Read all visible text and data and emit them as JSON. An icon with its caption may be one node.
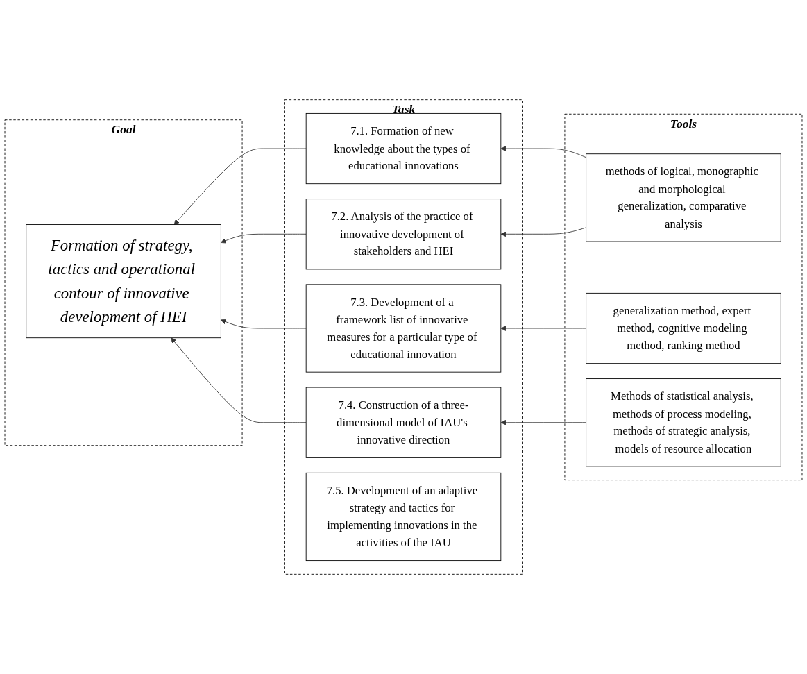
{
  "diagram": {
    "nodes": [
      {
        "text": [
          "Goal"
        ]
      },
      {
        "text": [
          "Formation of strategy, tactics and operational contour of innovative development of HEI"
        ],
        "in": 0
      },
      {
        "text": [
          "Task"
        ]
      },
      {
        "text": [
          "7.1. Formation of new knowledge about the types of educational innovations"
        ],
        "in": 2
      },
      {
        "text": [
          "7.2. Analysis of the practice of innovative development of stakeholders and HEI"
        ],
        "in": 2
      },
      {
        "text": [
          "7.3. Development of a framework list of innovative measures for a particular type of educational innovation"
        ],
        "in": 2
      },
      {
        "text": [
          "7.4. Construction of a three-dimensional model of IAU's innovative direction"
        ],
        "in": 2
      },
      {
        "text": [
          "7.5. Development of an adaptive strategy and tactics for implementing innovations in the activities of the IAU"
        ],
        "in": 2
      },
      {
        "text": [
          "Tools"
        ]
      },
      {
        "text": [
          "methods of logical, monographic and morphological generalization, comparative analysis"
        ],
        "in": 8
      },
      {
        "text": [
          "generalization method, expert method, cognitive modeling method, ranking method"
        ],
        "in": 8
      },
      {
        "text": [
          "Methods of statistical analysis, methods of process modeling, methods of strategic analysis, models of resource allocation"
        ],
        "in": 8
      }
    ],
    "edges": [
      {
        "from": 9,
        "to": 3,
        "arrow": "to"
      },
      {
        "from": 9,
        "to": 4,
        "arrow": "to"
      },
      {
        "from": 10,
        "to": 5,
        "arrow": "to"
      },
      {
        "from": 11,
        "to": 6,
        "arrow": "to"
      },
      {
        "from": 3,
        "to": 1,
        "arrow": "to"
      },
      {
        "from": 4,
        "to": 1,
        "arrow": "to"
      },
      {
        "from": 5,
        "to": 1,
        "arrow": "to"
      },
      {
        "from": 6,
        "to": 1,
        "arrow": "to"
      }
    ]
  }
}
